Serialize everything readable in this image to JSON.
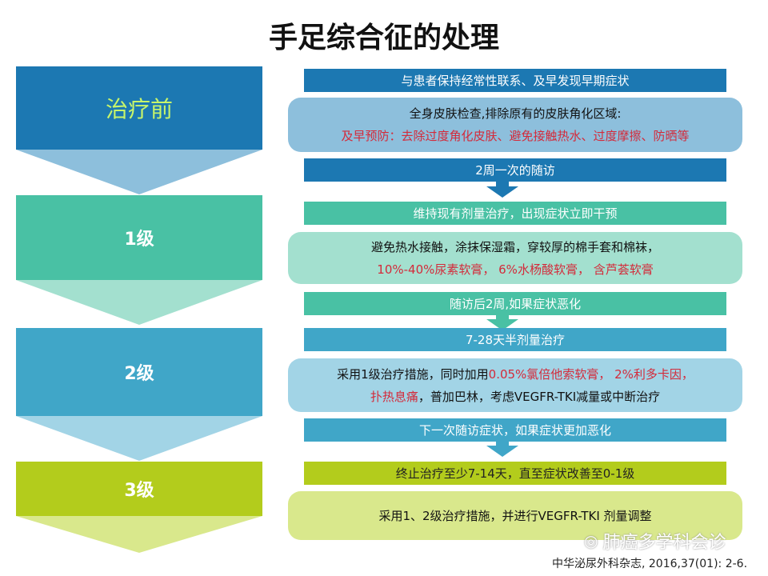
{
  "title": "手足综合征的处理",
  "levels": [
    {
      "label": "治疗前",
      "color": "#1c78b2",
      "chevron": "#8dbfdc"
    },
    {
      "label": "1级",
      "color": "#49c1a4",
      "chevron": "#a3e0cf"
    },
    {
      "label": "2级",
      "color": "#40a6c8",
      "chevron": "#a2d4e6"
    },
    {
      "label": "3级",
      "color": "#b3cc1c",
      "chevron": "#d9e88c"
    }
  ],
  "pre": {
    "bar": "与患者保持经常性联系、及早发现早期症状",
    "box_line1": "全身皮肤检查,排除原有的皮肤角化区域:",
    "box_line2": "及早预防：去除过度角化皮肤、避免接触热水、过度摩擦、防晒等",
    "followup": "2周一次的随访"
  },
  "g1": {
    "bar": "维持现有剂量治疗，出现症状立即干预",
    "box_line1": "避免热水接触，涂抹保湿霜，穿较厚的棉手套和棉袜，",
    "box_line2": "10%-40%尿素软膏， 6%水杨酸软膏， 含芦荟软膏",
    "followup": "随访后2周,如果症状恶化"
  },
  "g2": {
    "bar": "7-28天半剂量治疗",
    "box_l1a": "采用1级治疗措施，同时加用",
    "box_l1b": "0.05%氯倍他索软膏， 2%利多卡因，",
    "box_l2a": "扑热息痛",
    "box_l2b": "，普加巴林，考虑VEGFR-TKI减量或中断治疗",
    "followup": "下一次随访症状，如果症状更加恶化"
  },
  "g3": {
    "bar": "终止治疗至少7-14天，直至症状改善至0-1级",
    "box": "采用1、2级治疗措施，并进行VEGFR-TKI 剂量调整"
  },
  "watermark": "肺癌多学科会诊",
  "citation": "中华泌尿外科杂志, 2016,37(01): 2-6."
}
